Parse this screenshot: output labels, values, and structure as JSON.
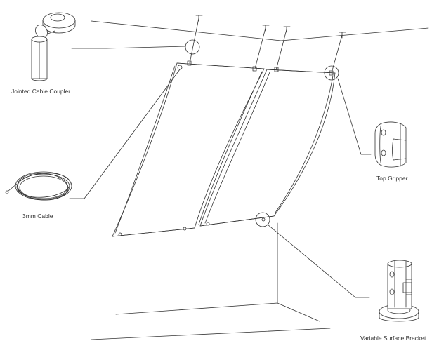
{
  "labels": {
    "coupler": "Jointed Cable Coupler",
    "cable": "3mm Cable",
    "gripper": "Top Gripper",
    "bracket": "Variable Surface Bracket"
  },
  "colors": {
    "line": "#333333",
    "background": "#ffffff"
  },
  "icons": {
    "coupler": "jointed-cable-coupler-icon",
    "cable": "cable-coil-icon",
    "gripper": "top-gripper-icon",
    "bracket": "variable-surface-bracket-icon"
  }
}
